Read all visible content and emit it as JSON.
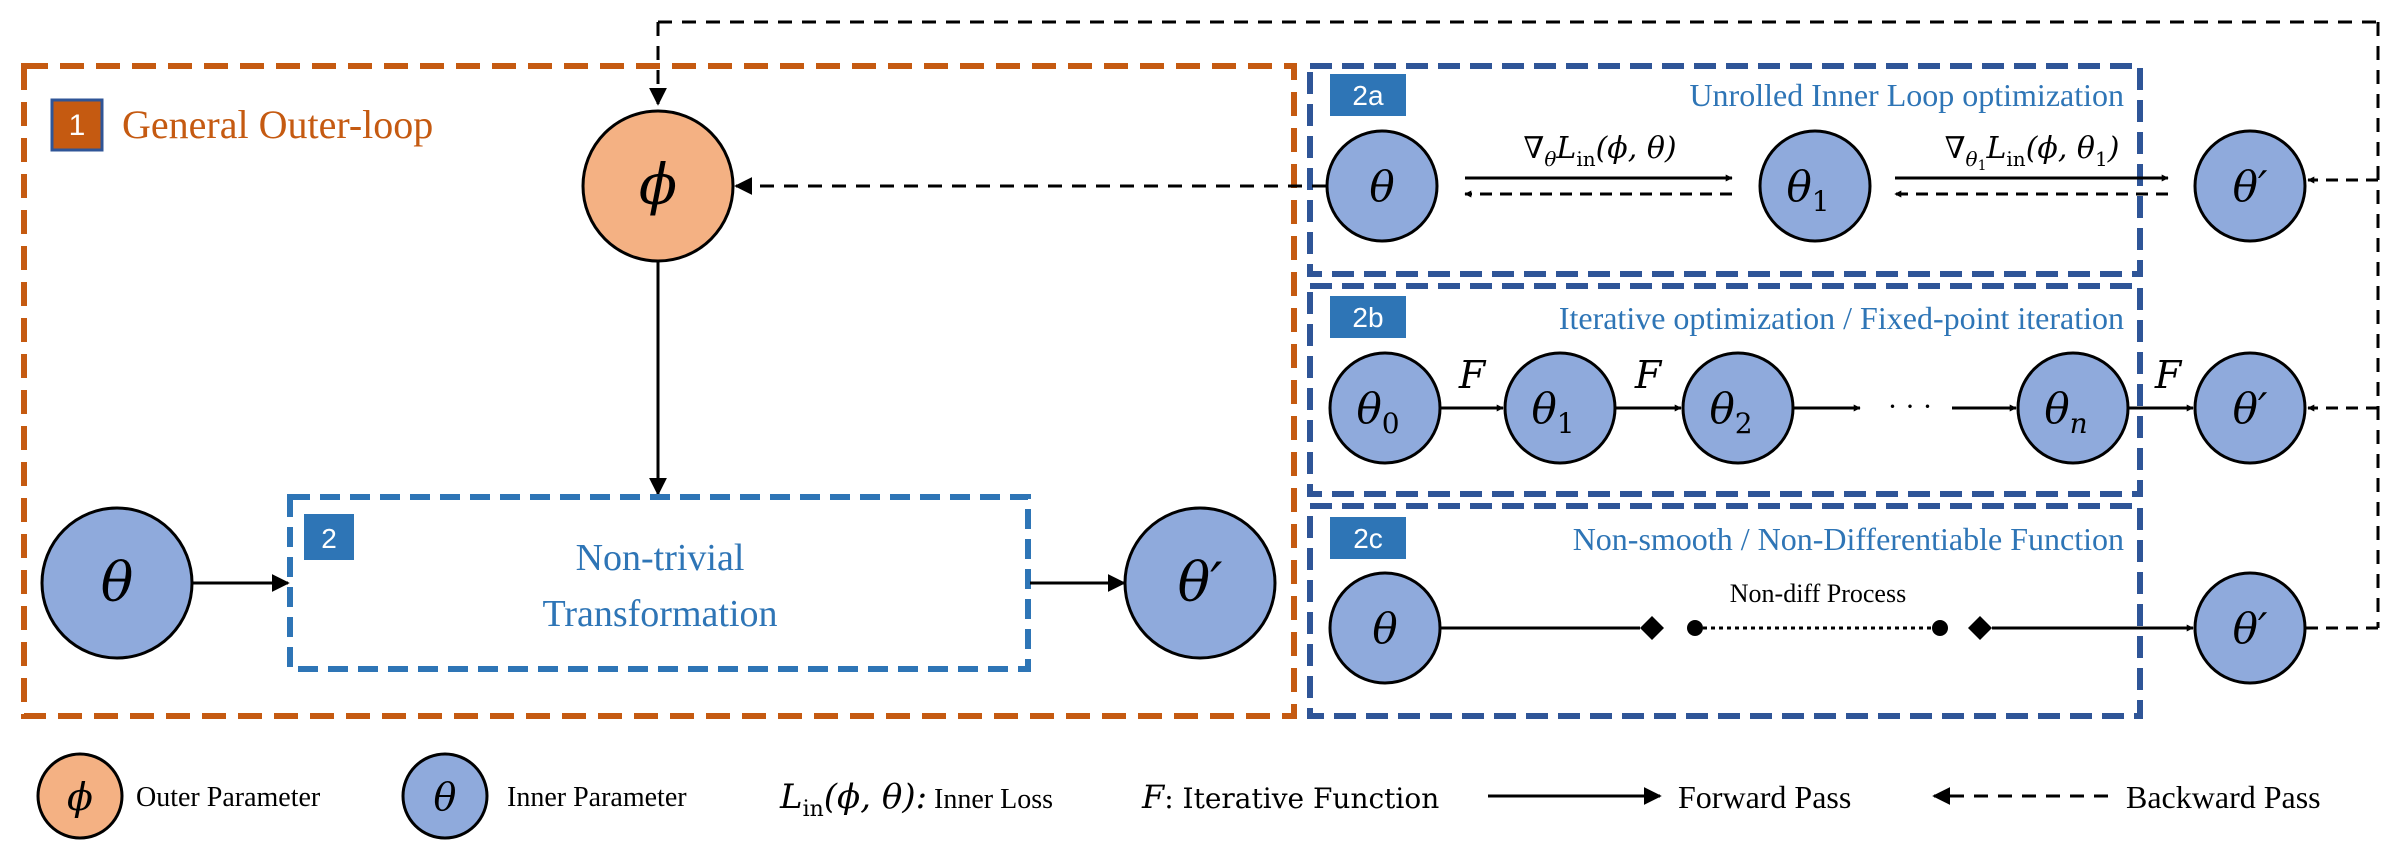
{
  "colors": {
    "orange": "#C55A11",
    "blue_dark": "#2F5597",
    "blue_mid": "#2E75B6",
    "outer_fill": "#F4B183",
    "inner_fill": "#8FAADC",
    "stroke": "#000000"
  },
  "outer": {
    "badge": "1",
    "title": "General Outer-loop",
    "phi": "ϕ",
    "theta_in": "θ",
    "theta_out": "θ′"
  },
  "transform": {
    "badge": "2",
    "line1": "Non-trivial",
    "line2": "Transformation"
  },
  "panel_2a": {
    "badge": "2a",
    "title": "Unrolled Inner Loop optimization",
    "nodes": {
      "a": "θ",
      "b": "θ",
      "b_sub": "1",
      "c": "θ′"
    },
    "grad1": {
      "nabla": "∇",
      "nabla_sub": "θ",
      "L": "L",
      "L_sub": "in",
      "args": "(ϕ, θ)"
    },
    "grad2": {
      "nabla": "∇",
      "nabla_sub": "θ",
      "nabla_sub2": "1",
      "L": "L",
      "L_sub": "in",
      "args": "(ϕ, θ",
      "args_sub": "1",
      "args_end": ")"
    }
  },
  "panel_2b": {
    "badge": "2b",
    "title": "Iterative optimization / Fixed-point iteration",
    "nodes": [
      {
        "sym": "θ",
        "sub": "0"
      },
      {
        "sym": "θ",
        "sub": "1"
      },
      {
        "sym": "θ",
        "sub": "2"
      },
      {
        "sym": "θ",
        "sub": "n"
      },
      {
        "sym": "θ′",
        "sub": ""
      }
    ],
    "edge_label": "F",
    "ellipsis": "· · ·"
  },
  "panel_2c": {
    "badge": "2c",
    "title": "Non-smooth / Non-Differentiable Function",
    "node_in": "θ",
    "node_out": "θ′",
    "process_label": "Non-diff Process"
  },
  "legend": {
    "outer_symbol": "ϕ",
    "outer_label": "Outer Parameter",
    "inner_symbol": "θ",
    "inner_label": "Inner Parameter",
    "loss_symbol": "L",
    "loss_sub": "in",
    "loss_args": "(ϕ, θ):",
    "loss_label": " Inner Loss",
    "f_symbol": "F",
    "f_label": ": Iterative Function",
    "forward_label": "Forward Pass",
    "backward_label": "Backward Pass"
  }
}
